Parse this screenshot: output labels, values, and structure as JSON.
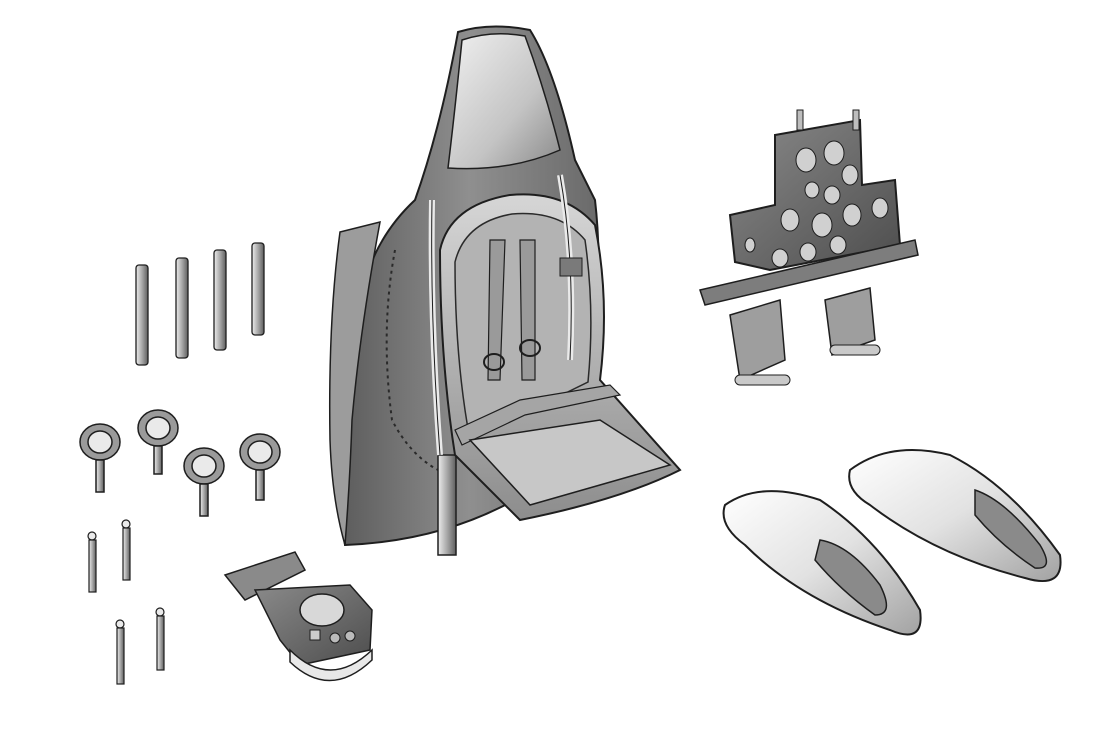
{
  "scene": {
    "background": "#ffffff",
    "palette": {
      "light": "#f2f2f2",
      "mid": "#b9b9b9",
      "dark": "#6e6e6e",
      "deep": "#3a3a3a",
      "outline": "#1e1e1e"
    },
    "parts": [
      "seat-back-armor",
      "pilot-seat",
      "instrument-panel",
      "gun-barrels",
      "handwheels",
      "pins",
      "control-box",
      "fairing-left",
      "fairing-right"
    ]
  }
}
